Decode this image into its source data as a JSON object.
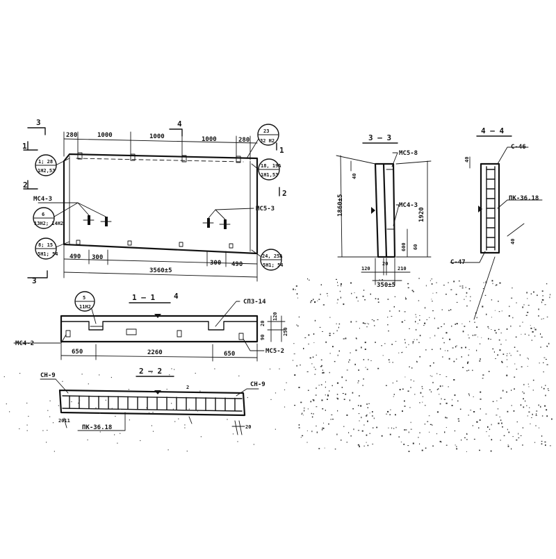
{
  "plan": {
    "cuts": [
      "3",
      "4",
      "1",
      "2",
      "1",
      "2",
      "3"
    ],
    "dims_top": [
      "280",
      "1000",
      "1000",
      "1000",
      "280"
    ],
    "dims_bottom": [
      "490",
      "300",
      "300",
      "490"
    ],
    "overall": "3560±5",
    "mark_left_top": [
      "1; 28",
      "1Н2,53"
    ],
    "mark_right_top": [
      "23",
      "32 Н2"
    ],
    "mark_right_upper": [
      "18, 19А",
      "1Н1,53"
    ],
    "mark_left_mid": [
      "6",
      "13Н2; 14Н2"
    ],
    "mark_left_bottom": [
      "8; 15",
      "5Н1; 54"
    ],
    "mark_right_bottom": [
      "24, 25А",
      "5Н1; 54"
    ],
    "label_mc4": "МС4-3",
    "label_mc5": "МС5-3"
  },
  "section_1_1": {
    "title": "1 — 1",
    "cut": "4",
    "mark": [
      "5",
      "11Н2"
    ],
    "label_right_top": "СП3-14",
    "label_left": "МС4-2",
    "label_right": "МС5-2",
    "dims": [
      "650",
      "2260",
      "650"
    ],
    "v_dims": [
      "120",
      "90",
      "20",
      "250"
    ]
  },
  "section_2_2": {
    "title": "2 — 2",
    "label_left": "СН-9",
    "label_right": "СН-9",
    "label_bottom": "ПК-36.18",
    "small_left": "2011",
    "small_right": "20",
    "small_mid": "2"
  },
  "section_3_3": {
    "title": "3 — 3",
    "label_top": "МС5-8",
    "label_mid": "МС4-3",
    "height_left": "1860±5",
    "height_right": "1920",
    "v_top": "40",
    "v_mid": "600",
    "v_bot": "60",
    "dims_bottom": [
      "120",
      "20",
      "210"
    ],
    "overall": "350±5"
  },
  "section_4_4": {
    "title": "4 — 4",
    "label_top": "С-46",
    "label_right": "ПК-36.18",
    "label_bottom": "С-47",
    "v_top": "40",
    "v_bot": "40"
  }
}
